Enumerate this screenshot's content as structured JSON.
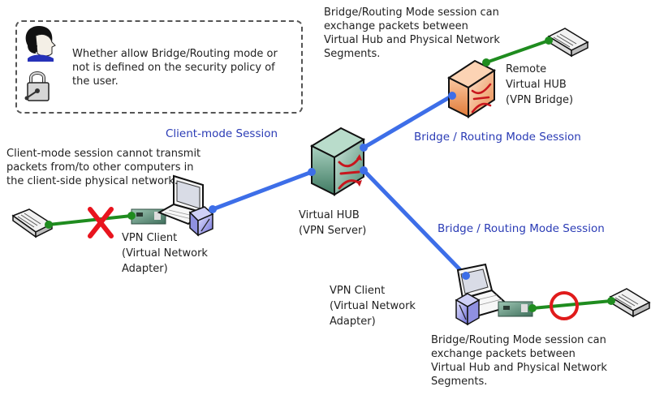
{
  "note": {
    "text": "Whether allow Bridge/Routing mode or\nnot is defined on the security policy of\nthe user.",
    "icons": [
      "user-icon",
      "lock-icon"
    ]
  },
  "labels": {
    "top_right_note": "Bridge/Routing Mode session can\nexchange packets between\nVirtual Hub and Physical Network\nSegments.",
    "remote_hub": "Remote\nVirtual HUB\n(VPN Bridge)",
    "client_mode_session": "Client-mode Session",
    "client_mode_note": "Client-mode session cannot transmit\npackets from/to other computers in\nthe client-side physical network.",
    "vpn_client_left": "VPN Client\n(Virtual Network\nAdapter)",
    "virtual_hub": "Virtual HUB\n(VPN Server)",
    "bridge_session_upper": "Bridge / Routing Mode Session",
    "bridge_session_lower": "Bridge / Routing Mode Session",
    "vpn_client_bottom": "VPN Client\n(Virtual Network\nAdapter)",
    "bottom_note": "Bridge/Routing Mode session can\nexchange packets between\nVirtual Hub and Physical Network\nSegments."
  },
  "status_marks": {
    "left_link": "blocked",
    "bottom_link": "allowed"
  },
  "colors": {
    "vpn_link": "#3d6ee8",
    "physical_link": "#1f8c1f",
    "session_label": "#2a3bb5",
    "blocked_mark": "#e8141e",
    "allowed_mark": "#e01b1b",
    "hub_green": "#5f9e85",
    "bridge_orange": "#f3a06a"
  }
}
